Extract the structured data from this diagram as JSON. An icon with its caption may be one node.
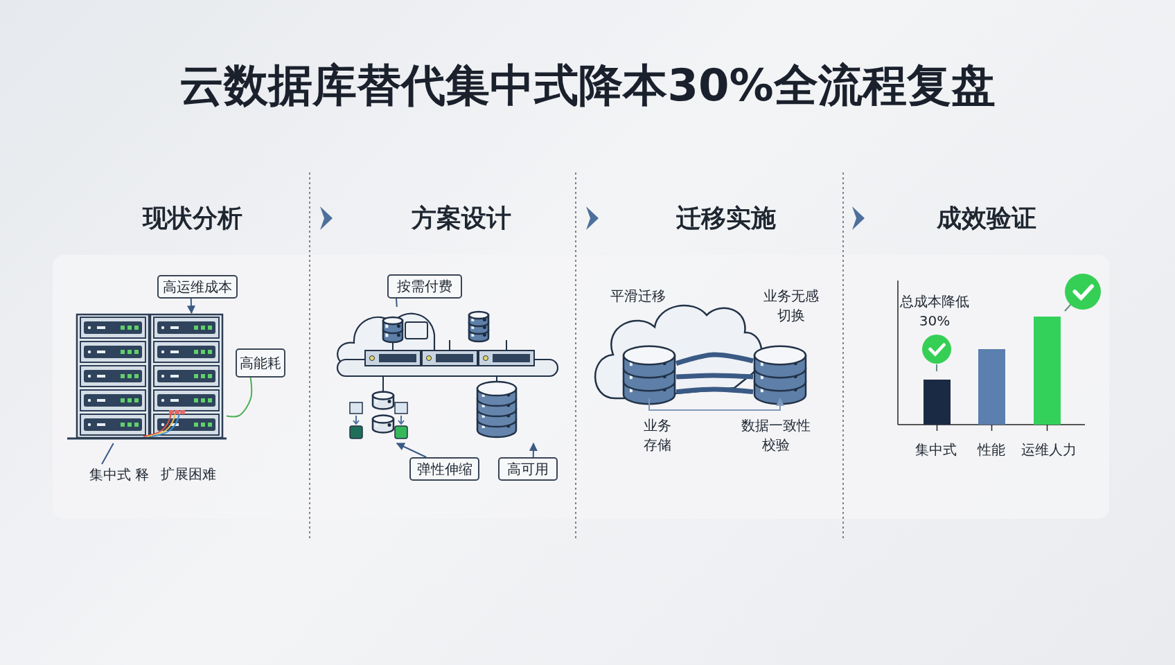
{
  "diagram": {
    "title": "云数据库替代集中式降本30%全流程复盘",
    "nodes": [
      {
        "text": [
          "现状分析"
        ]
      },
      {
        "text": [
          "方案设计"
        ]
      },
      {
        "text": [
          "迁移实施"
        ]
      },
      {
        "text": [
          "成效验证"
        ]
      },
      {
        "text": [
          "高运维成本"
        ]
      },
      {
        "text": [
          "高能耗"
        ]
      },
      {
        "text": [],
        "shape": "picture"
      },
      {
        "text": [
          "集中式 释"
        ]
      },
      {
        "text": [
          "按需付费"
        ]
      },
      {
        "text": [],
        "shape": "picture"
      },
      {
        "text": [
          "弹性伸缩"
        ]
      },
      {
        "text": [
          "高可用"
        ]
      },
      {
        "text": [],
        "shape": "cylinder"
      },
      {
        "text": [],
        "shape": "cylinder"
      }
    ],
    "edges": [
      {
        "from": 4,
        "to": 6,
        "arrow": "to"
      },
      {
        "from": 7,
        "to": 6,
        "arrow": "none"
      },
      {
        "from": 5,
        "to": 6,
        "arrow": "none",
        "color": "#4caf50"
      },
      {
        "from": 8,
        "to": 9,
        "arrow": "none"
      },
      {
        "from": 10,
        "to": 9,
        "arrow": "to"
      },
      {
        "from": 11,
        "to": 9,
        "arrow": "to"
      },
      {
        "from": 12,
        "to": 13,
        "arrow": "to",
        "style": "thick"
      },
      {
        "from": 13,
        "to": 12,
        "arrow": "to",
        "style": "thick"
      },
      {
        "from": 13,
        "to": 12,
        "arrow": "to",
        "style": "thick"
      },
      {
        "from": 12,
        "to": 13,
        "arrow": "to",
        "color": "#7d98bb"
      }
    ],
    "labels": [
      "扩展困难",
      "平滑迁移",
      "业务无感切换",
      "业务存储",
      "数据一致性校验",
      "总成本降低30%",
      "集中式",
      "性能",
      "运维人力"
    ]
  }
}
